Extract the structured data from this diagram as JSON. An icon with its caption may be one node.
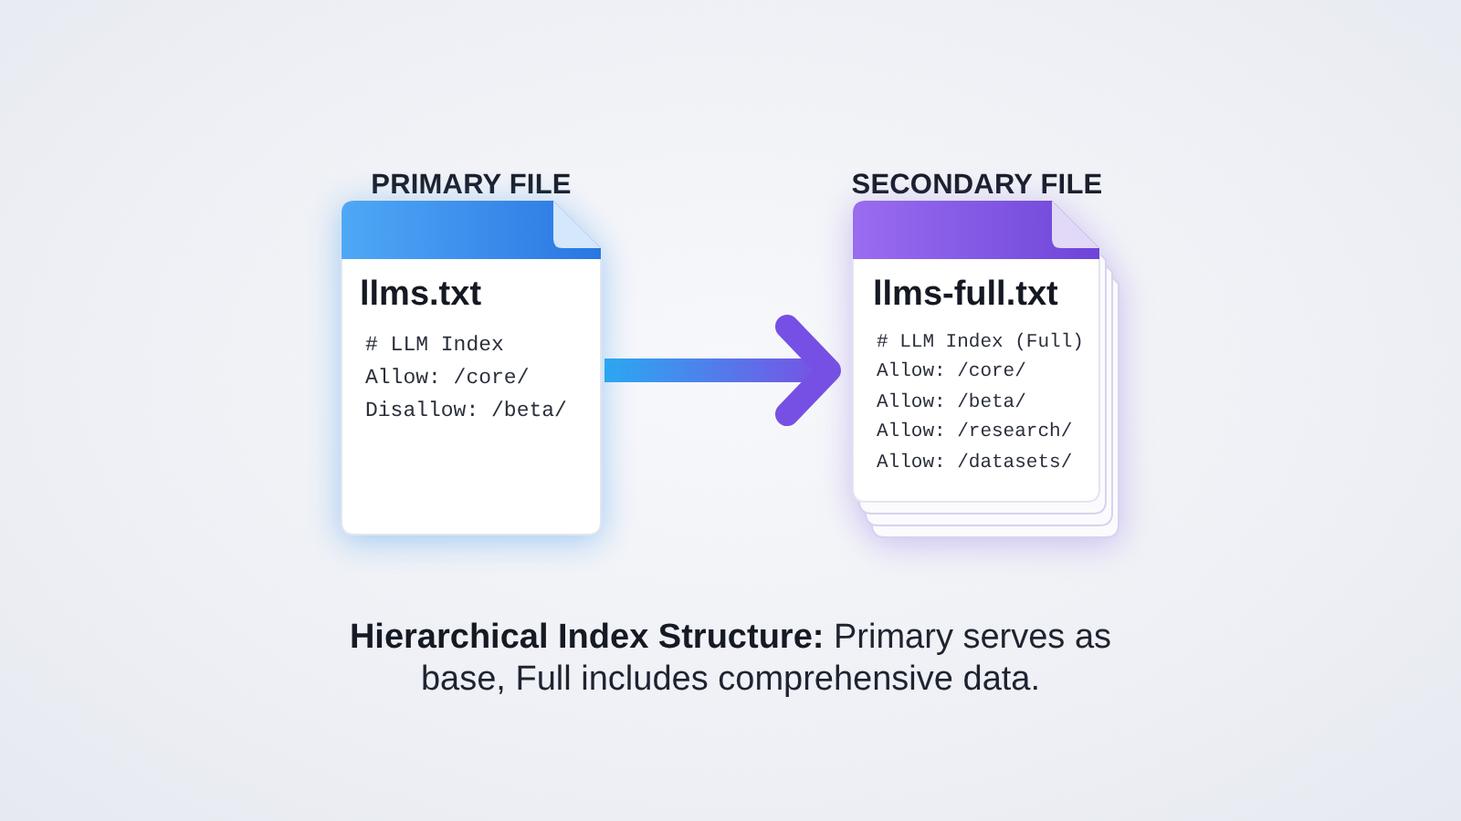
{
  "diagram": {
    "nodes": [
      {
        "text": [
          "PRIMARY FILE",
          "llms.txt",
          "# LLM Index",
          "Allow: /core/",
          "Disallow: /beta/"
        ]
      },
      {
        "text": [
          "SECONDARY FILE",
          "llms-full.txt",
          "# LLM Index (Full)",
          "Allow: /core/",
          "Allow: /beta/",
          "Allow: /research/",
          "Allow: /datasets/"
        ]
      }
    ],
    "edges": [
      {
        "from": 0,
        "to": 1,
        "arrow": "to"
      }
    ],
    "caption": "**Hierarchical Index Structure:** Primary serves as base, Full includes comprehensive data."
  }
}
